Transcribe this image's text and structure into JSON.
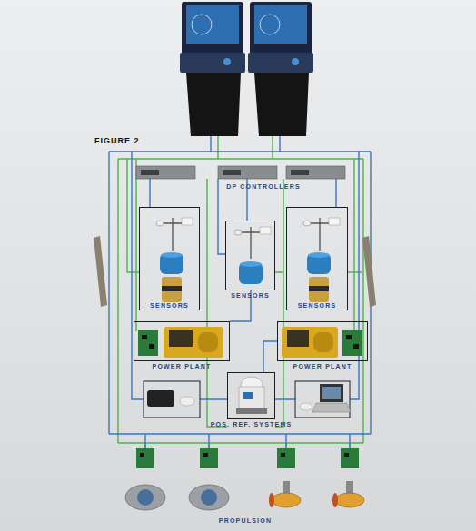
{
  "diagram": {
    "title": "FIGURE 2",
    "nodes": [
      {
        "text": [
          "SENSORS"
        ]
      },
      {
        "text": [
          "SENSORS"
        ]
      },
      {
        "text": [
          "SENSORS"
        ]
      },
      {
        "text": [
          "POWER PLANT"
        ]
      },
      {
        "text": [
          "POWER PLANT"
        ]
      },
      {
        "text": [
          "POS. REF. SYSTEMS"
        ]
      }
    ],
    "labels": [
      "DP CONTROLLERS",
      "PROPULSION"
    ]
  }
}
